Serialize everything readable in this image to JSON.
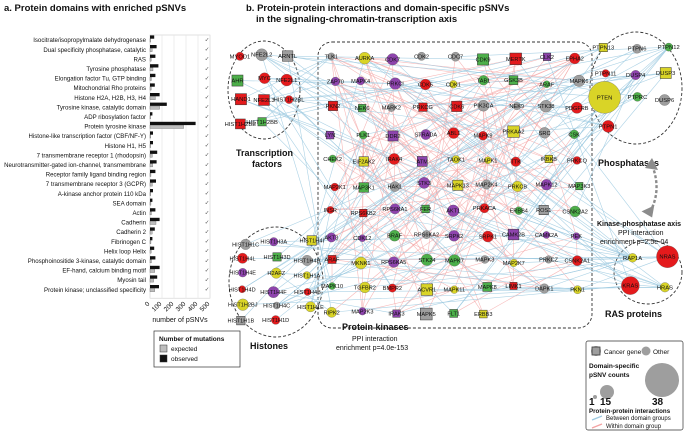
{
  "panel_a": {
    "title": "a. Protein domains with enriched pSNVs",
    "xlabel": "number of pSNVs",
    "legend": {
      "title": "Number of mutations",
      "expected": "expected",
      "observed": "observed"
    }
  },
  "panel_b": {
    "title_line1": "b. Protein-protein interactions and domain-specific pSNVs",
    "title_line2": "in the signaling-chromatin-transcription axis",
    "groups": {
      "transcription_factors": [
        "Transcription",
        "factors"
      ],
      "histones": "Histones",
      "phosphatases": "Phosphatases",
      "ras": "RAS proteins",
      "kinases": {
        "title": "Protein kinases",
        "line2": "PPI interaction",
        "line3": "enrichment p=4.0e-153"
      },
      "axis": {
        "title": "Kinase-phosphatase axis",
        "line2": "PPI interaction",
        "line3": "enrichment p=2.5e-04"
      }
    },
    "legend": {
      "cancer_gene": "Cancer gene",
      "other": "Other",
      "size_title_1": "Domain-specific",
      "size_title_2": "pSNV counts",
      "sizes": [
        "1",
        "15",
        "38"
      ],
      "ppi_title": "Protein-protein interactions",
      "between": "Between domain groups",
      "within": "Within domain group"
    }
  },
  "colors": {
    "observed": "#111111",
    "expected": "#bdbdbd",
    "between_edge": "#9ecae1",
    "within_edge": "#f4a3a3",
    "kinase_red": "#e41a1c",
    "pie_yellow": "#d9d427",
    "pie_purple": "#8e44ad",
    "pie_green": "#4daf4a",
    "node_gray": "#9e9e9e"
  },
  "chart_data": {
    "type": "bar",
    "title": "Protein domains with enriched pSNVs",
    "xlabel": "number of pSNVs",
    "xlim": [
      0,
      500
    ],
    "xticks": [
      0,
      100,
      200,
      300,
      400,
      500
    ],
    "categories": [
      "Isocitrate/isopropylmalate dehydrogenase",
      "Dual specificity phosphatase, catalytic",
      "RAS",
      "Tyrosine phosphatase",
      "Elongation factor Tu, GTP binding",
      "Mitochondrial Rho proteins",
      "Histone H2A, H2B, H3, H4",
      "Tyrosine kinase, catalytic domain",
      "ADP ribosylation factor",
      "Protein tyrosine kinase",
      "Histone-like transcription factor (CBF/NF-Y)",
      "Histone H1, H5",
      "7 transmembrane receptor 1 (rhodopsin)",
      "Neurotransmitter-gated ion-channel, transmembrane",
      "Receptor family ligand binding region",
      "7 transmembrane receptor 3 (GCPR)",
      "A-kinase anchor protein 110 kDa",
      "SEA domain",
      "Actin",
      "Cadherin",
      "Cadherin 2",
      "Fibrinogen C",
      "Helix loop Helix",
      "Phosphoinositide 3-kinase, catalytic domain",
      "EF-hand, calcium binding motif",
      "Myosin tail",
      "Protein kinase; unclassified specificity"
    ],
    "series": [
      {
        "name": "expected",
        "values": [
          5,
          18,
          10,
          25,
          12,
          10,
          45,
          80,
          5,
          280,
          6,
          5,
          20,
          22,
          8,
          20,
          6,
          8,
          12,
          50,
          18,
          8,
          10,
          12,
          40,
          30,
          40
        ]
      },
      {
        "name": "observed",
        "values": [
          35,
          55,
          45,
          70,
          45,
          40,
          80,
          140,
          20,
          380,
          25,
          25,
          60,
          55,
          45,
          50,
          25,
          20,
          45,
          80,
          40,
          20,
          35,
          45,
          80,
          60,
          75
        ]
      }
    ],
    "significance_marks": [
      "✓",
      "✓",
      "✓",
      "✓",
      "✓",
      "✓",
      "✓",
      "✓",
      "✓",
      "✓",
      "✓",
      "✓",
      "✓",
      "✓",
      "✓",
      "✓",
      "✓",
      "✓",
      "✓",
      "✓",
      "✓",
      "✓",
      "✓",
      "✓",
      "✓",
      "✓",
      "✓"
    ]
  },
  "network": {
    "tf_nodes": [
      "MYOD1",
      "NFE2L2",
      "ARNTL",
      "AHR",
      "MYC",
      "NFE2L1",
      "HAND1",
      "NFE2L3",
      "HIST1H2BL",
      "HIST1H2BE",
      "HIST1H2BB"
    ],
    "histone_nodes": [
      "HIST1H1C",
      "HIST1H3A",
      "HIST1H4I",
      "HIST1H4L",
      "HIST1H3D",
      "HIST1H4H",
      "HIST1H4E",
      "H2AFZ",
      "HIST1H1A",
      "HIST1H4D",
      "HIST1H4F",
      "HIST1H4B",
      "HIST1H2BJ",
      "HIST1H4C",
      "HIST1H1E",
      "HIST1H1B",
      "HIST1H1D"
    ],
    "phos_nodes": [
      "PTPN13",
      "PTPN6",
      "PTPN12",
      "PTPN11",
      "DUSP4",
      "DUSP3",
      "PTEN",
      "PTPRC",
      "DUSP6",
      "PTPN1"
    ],
    "ras_nodes": [
      "RAP1A",
      "NRAS",
      "KRAS",
      "HRAS"
    ],
    "kinase_nodes": [
      "TLK1",
      "AURKA",
      "CDK7",
      "CDK2",
      "CDC7",
      "CDK9",
      "MERTK",
      "CLK2",
      "EPHA2",
      "ZAP70",
      "MAPK4",
      "PRKCI",
      "CDK5",
      "CDK1",
      "TAB1",
      "GSK3B",
      "ARAF",
      "MAPK6",
      "PKN2",
      "NEK6",
      "MARK2",
      "PRKCG",
      "CDK6",
      "PIK3CA",
      "NEK9",
      "STK38",
      "PDGFRB",
      "LYN",
      "PLK1",
      "DDR2",
      "STRADA",
      "ABL1",
      "MAPK9",
      "PRKAA2",
      "SRC",
      "CSK",
      "CHEK2",
      "EIF2AK2",
      "IRAK4",
      "ATM",
      "TAOK1",
      "MAPK1",
      "TTK",
      "IKBKB",
      "PRKCQ",
      "MAP2K1",
      "MAP3K1",
      "HAK1",
      "STK3",
      "MAPK13",
      "MAP2K4",
      "PRKCB",
      "MAPK12",
      "MAP3K3",
      "INSR",
      "RPS6KB2",
      "RPS6KA1",
      "FER",
      "AKT1",
      "PRKACA",
      "ERBB4",
      "ROS1",
      "CSNK2A2",
      "AKT3",
      "CDK12",
      "BRAF",
      "RPS6KA2",
      "SRPK2",
      "SRPK1",
      "CAMK2B",
      "CAMK2A",
      "PEK",
      "ARAF",
      "MKNK1",
      "RPS6KA5",
      "STK24",
      "MAPK7",
      "MAPK3",
      "MAP2K7",
      "PRKCZ",
      "CSNK2A1",
      "MAPK10",
      "TGFBR2",
      "BMPR2",
      "ACVR1",
      "MAPK11",
      "MAPK8",
      "LIMK1",
      "DAPK1",
      "PKN1",
      "RIPK2",
      "MAP2K3",
      "IRAK3",
      "MAPK5",
      "FLT1",
      "ERBB3"
    ]
  }
}
